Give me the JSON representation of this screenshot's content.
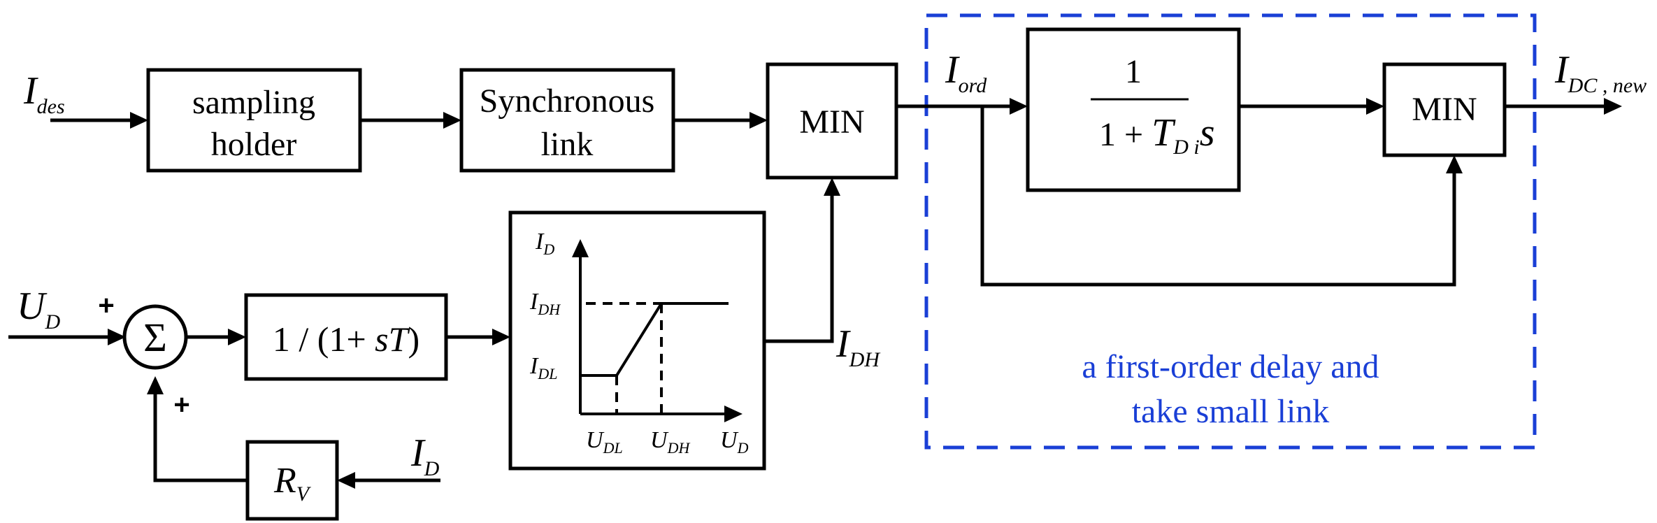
{
  "blocks": {
    "sampling_holder": {
      "line1": "sampling",
      "line2": "holder"
    },
    "synchronous_link": {
      "line1": "Synchronous",
      "line2": "link"
    },
    "min_1": "MIN",
    "min_2": "MIN",
    "lowpass": {
      "text": "1 / (1+ ",
      "s": "s",
      "T": "T",
      "close": ")"
    },
    "rv": {
      "main": "R",
      "sub": "V"
    },
    "sum": "Σ",
    "delay_tf": {
      "numerator": "1",
      "den_prefix": "1 + ",
      "den_T": "T",
      "den_sub": "D i",
      "den_s": "s"
    }
  },
  "signals": {
    "i_des": {
      "main": "I",
      "sub": "des"
    },
    "u_d": {
      "main": "U",
      "sub": "D"
    },
    "i_d": {
      "main": "I",
      "sub": "D"
    },
    "i_dh": {
      "main": "I",
      "sub": "DH"
    },
    "i_ord": {
      "main": "I",
      "sub": "ord"
    },
    "i_dc_new": {
      "main": "I",
      "sub": "DC , new"
    },
    "plus_top": "+",
    "plus_bottom": "+"
  },
  "vdcol_graph": {
    "y_axis": {
      "main": "I",
      "sub": "D"
    },
    "x_axis": {
      "main": "U",
      "sub": "D"
    },
    "i_dh": {
      "main": "I",
      "sub": "DH"
    },
    "i_dl": {
      "main": "I",
      "sub": "DL"
    },
    "u_dl": {
      "main": "U",
      "sub": "DL"
    },
    "u_dh": {
      "main": "U",
      "sub": "DH"
    }
  },
  "annotation": {
    "line1": "a first-order delay and",
    "line2": "take small link"
  },
  "colors": {
    "annotation": "#1a3fd6",
    "lines": "#000000"
  }
}
